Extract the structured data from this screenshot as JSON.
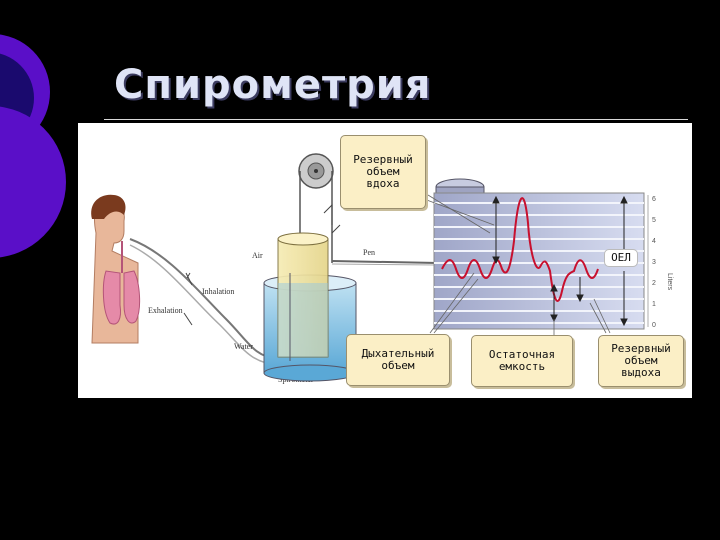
{
  "slide": {
    "title": "Спирометрия",
    "accent_colors": {
      "outer_circle": "#5a0fc8",
      "inner_circle": "#1a0a6e"
    }
  },
  "diagram": {
    "callouts": {
      "inspiratory_reserve": "Резервный\nобъем\nвдоха",
      "tidal_volume": "Дыхательный\nобъем",
      "residual_capacity": "Остаточная\nемкость",
      "expiratory_reserve": "Резервный\nобъем\nвыдоха",
      "vital_capacity": "ОЕЛ"
    },
    "labels": {
      "air": "Air",
      "pen": "Pen",
      "inhalation": "Inhalation",
      "exhalation": "Exhalation",
      "water": "Water",
      "spirometer": "Spirometer",
      "axis_unit": "Liters"
    },
    "y_ticks": [
      "6",
      "5",
      "4",
      "3",
      "2",
      "1",
      "0"
    ]
  }
}
